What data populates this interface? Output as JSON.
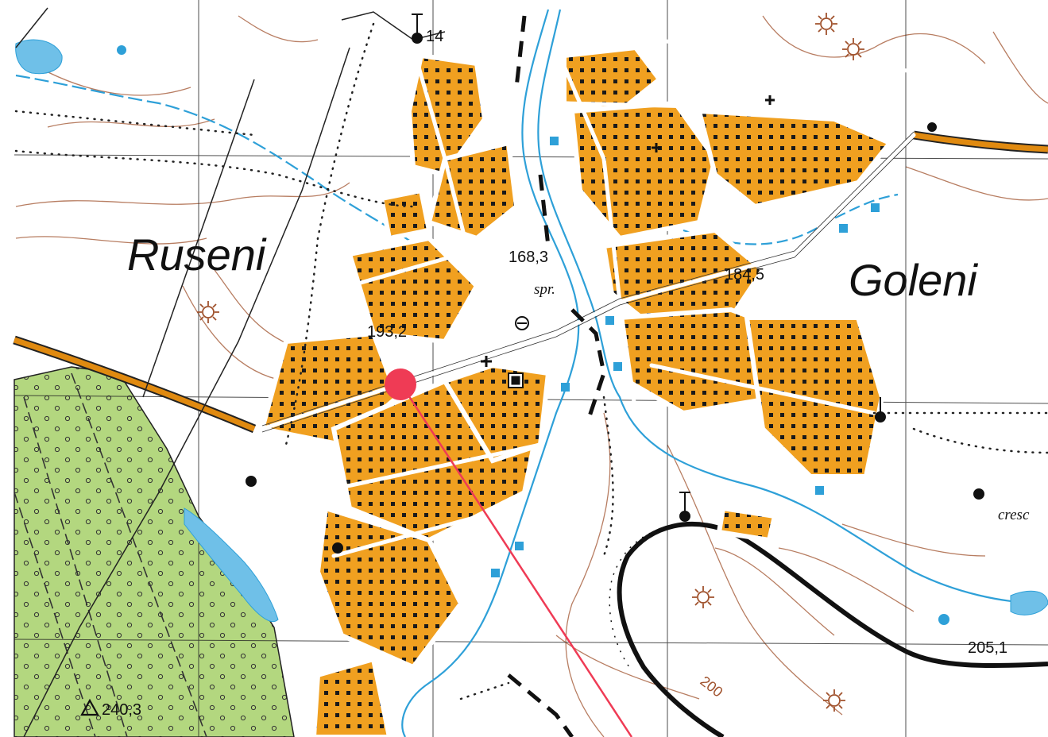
{
  "map": {
    "places": [
      {
        "id": "ruseni",
        "name": "Ruseni"
      },
      {
        "id": "goleni",
        "name": "Goleni"
      }
    ],
    "elevations": [
      {
        "id": "e14",
        "value": "14"
      },
      {
        "id": "e168",
        "value": "168,3"
      },
      {
        "id": "e184",
        "value": "184,5"
      },
      {
        "id": "e193",
        "value": "193,2"
      },
      {
        "id": "e205",
        "value": "205,1"
      },
      {
        "id": "e240",
        "value": "240,3"
      }
    ],
    "contour_label": "200",
    "annotations": [
      {
        "id": "spr",
        "text": "spr."
      },
      {
        "id": "cresc",
        "text": "cresc"
      }
    ],
    "colors": {
      "settlement": "#f0a020",
      "forest": "#b3d77f",
      "water": "#2ea0d8",
      "marker": "#ef3b55",
      "contour": "#a0522d",
      "road": "#e08a10"
    },
    "icons": [
      "pin-marker-icon",
      "triangulation-point-icon",
      "church-icon",
      "mine-icon",
      "spring-icon",
      "tower-icon"
    ]
  }
}
